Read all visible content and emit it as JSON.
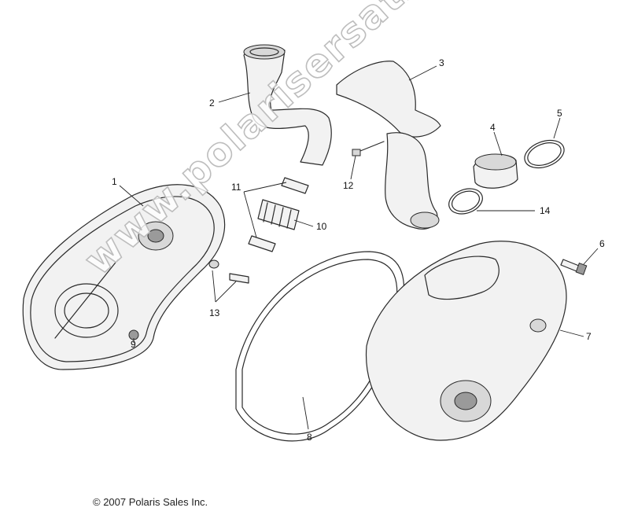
{
  "callouts": [
    "1",
    "2",
    "3",
    "4",
    "5",
    "6",
    "7",
    "8",
    "9",
    "10",
    "11",
    "12",
    "13",
    "14"
  ],
  "watermark": "www.polarisersatzeile.de",
  "copyright": "© 2007 Polaris Sales Inc."
}
